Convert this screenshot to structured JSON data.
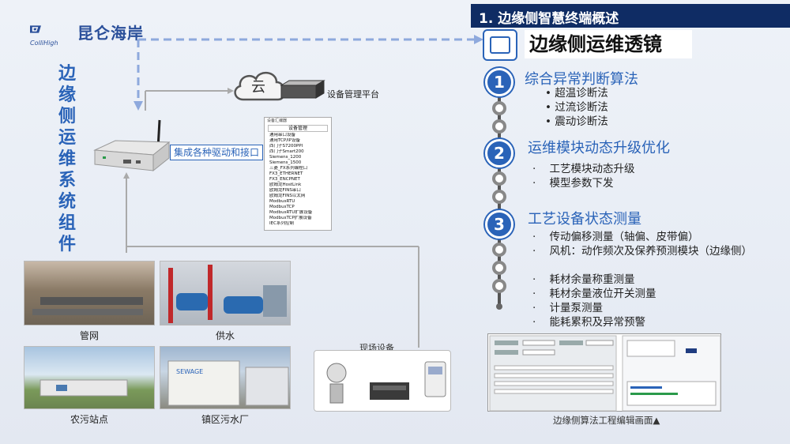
{
  "logo": {
    "company": "昆仑海岸",
    "sub": "ColliHigh"
  },
  "left_title": "边缘侧运维系统组件",
  "header": {
    "title": "1. 边缘侧智慧终端概述"
  },
  "lens_title": "边缘侧运维透镜",
  "sections": [
    {
      "num": "1",
      "title": "综合异常判断算法",
      "items": [
        "超温诊断法",
        "过流诊断法",
        "震动诊断法"
      ]
    },
    {
      "num": "2",
      "title": "运维模块动态升级优化",
      "items": [
        "工艺模块动态升级",
        "模型参数下发"
      ]
    },
    {
      "num": "3",
      "title": "工艺设备状态测量",
      "items": [
        "传动偏移测量（轴偏、皮带偏）",
        "风机：动作频次及保养预测模块（边缘侧）",
        "耗材余量称重测量",
        "耗材余量液位开关测量",
        "计量泵测量",
        "能耗累积及异常预警"
      ]
    }
  ],
  "platform_label": "设备管理平台",
  "cloud_label": "云",
  "driver_label": "集成各种驱动和接口",
  "devlist": {
    "header": "设备汇编器",
    "tab": "设备管理",
    "items": [
      "通用串口设备",
      "通用TCP/IP设备",
      "西门子S7200PPI",
      "西门子Smart200",
      "Siemens_1200",
      "Siemens_1500",
      "三菱_FX系列编程口",
      "FX3_ETHERNET",
      "FX3_ENCPNET",
      "欧姆龙HostLink",
      "欧姆龙FINS串口",
      "欧姆龙FINS以太网",
      "ModbusRTU",
      "ModbusTCP",
      "ModbusRTU扩展设备",
      "ModbusTCP扩展设备",
      "IEC系列控制"
    ]
  },
  "photos": [
    {
      "label": "管网"
    },
    {
      "label": "供水"
    },
    {
      "label": "农污站点"
    },
    {
      "label": "镇区污水厂"
    }
  ],
  "field_label": "现场设备",
  "thumb_caption": "边缘侧算法工程编辑画面▲",
  "colors": {
    "accent": "#2a63b8",
    "header": "#0f2c64"
  }
}
